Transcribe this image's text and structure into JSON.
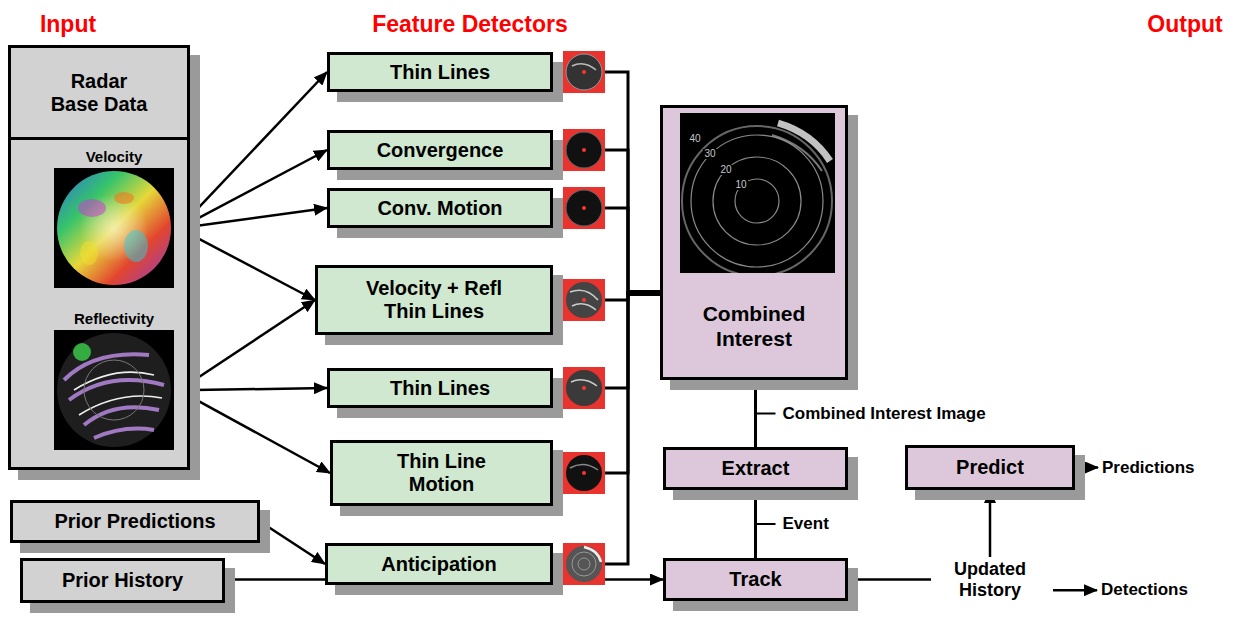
{
  "diagram": {
    "nodes": [
      {
        "text": [
          "Radar Base Data"
        ]
      },
      {
        "text": [
          "Velocity"
        ],
        "in": 0
      },
      {
        "text": [
          "Reflectivity"
        ],
        "in": 0
      },
      {
        "text": [
          "Thin Lines"
        ]
      },
      {
        "text": [
          "Convergence"
        ]
      },
      {
        "text": [
          "Conv. Motion"
        ]
      },
      {
        "text": [
          "Velocity + Refl Thin Lines"
        ]
      },
      {
        "text": [
          "Thin Lines"
        ]
      },
      {
        "text": [
          "Thin Line Motion"
        ]
      },
      {
        "text": [
          "Anticipation"
        ]
      },
      {
        "text": [
          "Prior Predictions"
        ]
      },
      {
        "text": [
          "Prior History"
        ]
      },
      {
        "text": [
          "Combined Interest"
        ]
      },
      {
        "text": [
          "Extract"
        ]
      },
      {
        "text": [
          "Track"
        ]
      },
      {
        "text": [
          "Predict"
        ]
      }
    ],
    "edges": [
      {
        "from": 1,
        "to": 3,
        "arrow": "to"
      },
      {
        "from": 1,
        "to": 4,
        "arrow": "to"
      },
      {
        "from": 1,
        "to": 5,
        "arrow": "to"
      },
      {
        "from": 1,
        "to": 6,
        "arrow": "to"
      },
      {
        "from": 2,
        "to": 6,
        "arrow": "to"
      },
      {
        "from": 2,
        "to": 7,
        "arrow": "to"
      },
      {
        "from": 2,
        "to": 8,
        "arrow": "to"
      },
      {
        "from": 10,
        "to": 9,
        "arrow": "to"
      },
      {
        "from": 3,
        "to": 12,
        "arrow": "none"
      },
      {
        "from": 4,
        "to": 12,
        "arrow": "none"
      },
      {
        "from": 5,
        "to": 12,
        "arrow": "none"
      },
      {
        "from": 6,
        "to": 12,
        "arrow": "none"
      },
      {
        "from": 7,
        "to": 12,
        "arrow": "none"
      },
      {
        "from": 8,
        "to": 12,
        "arrow": "none"
      },
      {
        "from": 9,
        "to": 12,
        "arrow": "none"
      },
      {
        "from": 12,
        "to": 13,
        "label": "Combined Interest Image",
        "arrow": "none"
      },
      {
        "from": 13,
        "to": 14,
        "label": "Event",
        "arrow": "none"
      },
      {
        "from": 11,
        "to": 14,
        "arrow": "to"
      },
      {
        "from": 14,
        "to": 15,
        "label": "Updated History",
        "arrow": "to"
      }
    ],
    "labels": [
      "Input",
      "Feature Detectors",
      "Output",
      "40",
      "30",
      "20",
      "10",
      "Predictions",
      "Detections"
    ]
  }
}
